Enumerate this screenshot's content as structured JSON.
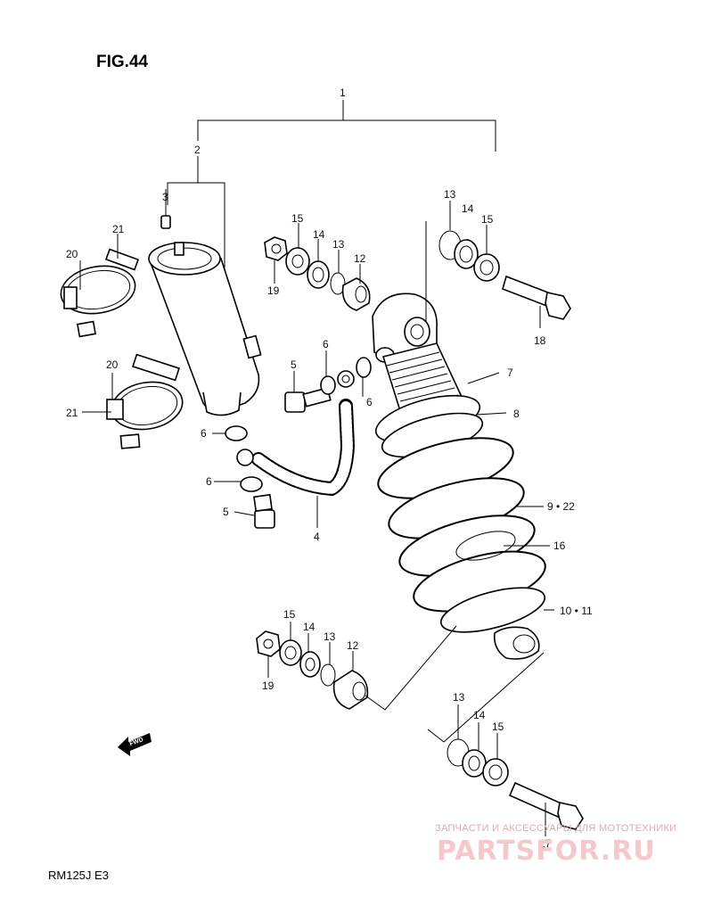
{
  "figure_title": "FIG.44",
  "model_code": "RM125J  E3",
  "watermark": {
    "line1": "ЗАПЧАСТИ И АКСЕССУАРЫ ДЛЯ МОТОТЕХНИКИ",
    "logo": "PARTSFOR.RU"
  },
  "fwd_label": "FWD",
  "callouts": {
    "c1": "1",
    "c2": "2",
    "c3": "3",
    "c4": "4",
    "c5a": "5",
    "c5b": "5",
    "c6a": "6",
    "c6b": "6",
    "c6c": "6",
    "c6d": "6",
    "c7": "7",
    "c8": "8",
    "c9_22": "9 • 22",
    "c10_11": "10 • 11",
    "c12a": "12",
    "c12b": "12",
    "c13a": "13",
    "c13b": "13",
    "c13c": "13",
    "c13d": "13",
    "c14a": "14",
    "c14b": "14",
    "c14c": "14",
    "c14d": "14",
    "c15a": "15",
    "c15b": "15",
    "c15c": "15",
    "c15d": "15",
    "c16": "16",
    "c17": "17",
    "c18": "18",
    "c19a": "19",
    "c19b": "19",
    "c20a": "20",
    "c20b": "20",
    "c21a": "21",
    "c21b": "21"
  }
}
